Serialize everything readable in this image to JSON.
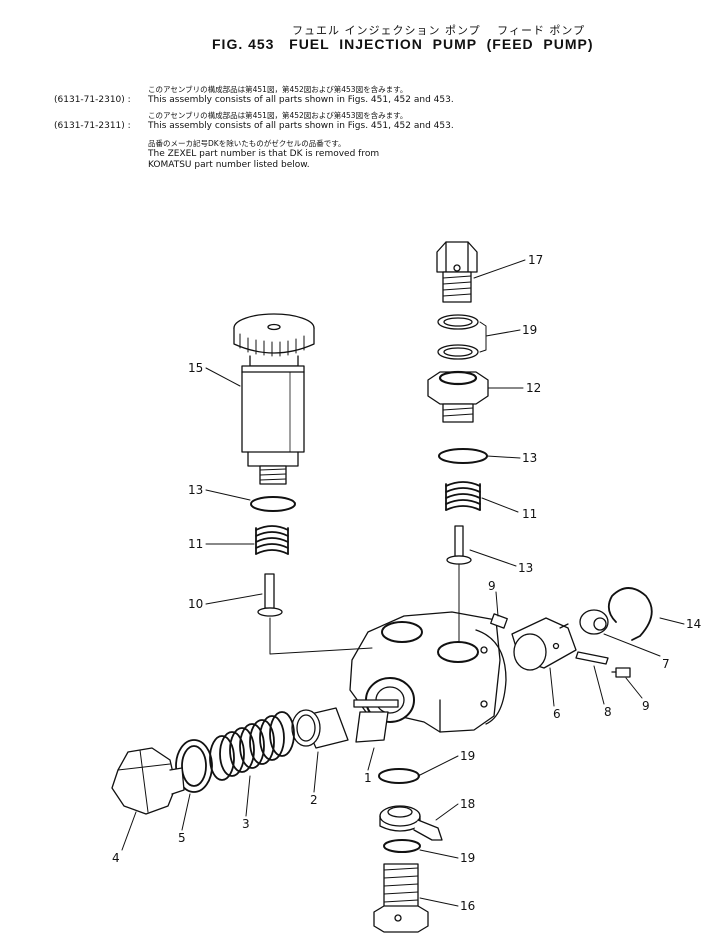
{
  "title_jp": "フュエル インジェクション ポンプ　 フィード ポンプ",
  "title": "FIG. 453   FUEL  INJECTION  PUMP  (FEED  PUMP)",
  "notes": [
    {
      "jp": "このアセンブリの構成部品は第451図，第452図および第453図を含みます。",
      "code": "(6131-71-2310) :",
      "en": "This assembly consists of all parts shown in Figs. 451, 452 and 453."
    },
    {
      "jp": "このアセンブリの構成部品は第451図，第452図および第453図を含みます。",
      "code": "(6131-71-2311) :",
      "en": "This assembly consists of all parts shown in Figs. 451, 452 and 453."
    }
  ],
  "zexel_note": {
    "jp": "品番のメーカ記号DKを除いたものがゼクセルの品番です。",
    "line1": "The ZEXEL part number is that DK is removed from",
    "line2": "KOMATSU part number listed below."
  },
  "callouts": {
    "c17": "17",
    "c19a": "19",
    "c12": "12",
    "c13a": "13",
    "c11a": "11",
    "c13b": "13",
    "c15": "15",
    "c13c": "13",
    "c11b": "11",
    "c10": "10",
    "c9a": "9",
    "c14": "14",
    "c7": "7",
    "c6": "6",
    "c8": "8",
    "c9b": "9",
    "c1": "1",
    "c19b": "19",
    "c18": "18",
    "c19c": "19",
    "c16": "16",
    "c2": "2",
    "c3": "3",
    "c4": "4",
    "c5": "5"
  }
}
